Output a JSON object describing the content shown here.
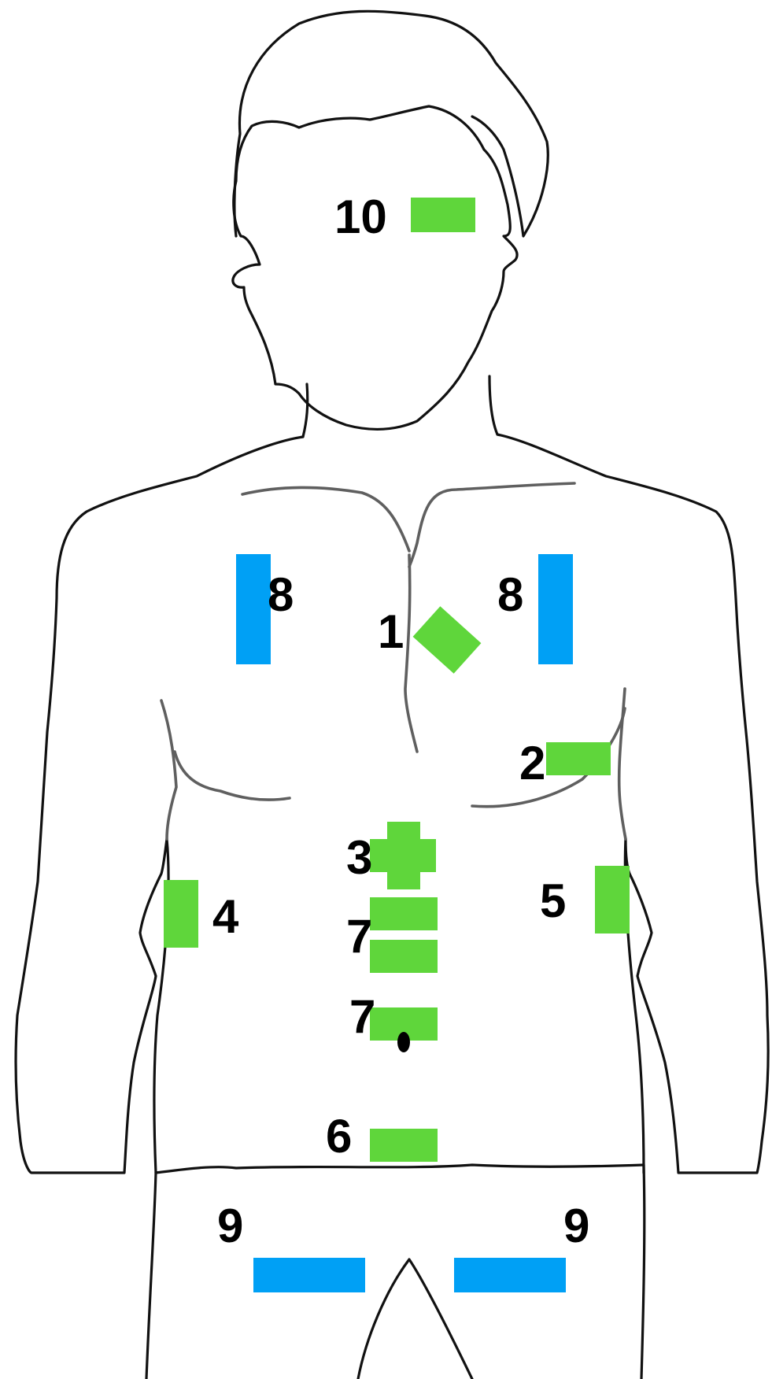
{
  "colors": {
    "background": "#ffffff",
    "outline": "#111111",
    "anatomy_lines": "#5f5f5f",
    "green_marker": "#5fd63b",
    "blue_marker": "#00a0f5",
    "label": "#000000"
  },
  "labels": {
    "forehead": "10",
    "sternum": "1",
    "left_chest": "8",
    "right_chest": "8",
    "left_ribs": "2",
    "epigastric": "3",
    "right_flank": "4",
    "left_flank": "5",
    "upper_abdomen": "7",
    "periumbilical": "7",
    "lower_abdomen": "6",
    "right_groin": "9",
    "left_groin": "9"
  },
  "marker_icons": [
    "rectangle-pad",
    "rotated-pad",
    "cross-pad",
    "navel-dot"
  ]
}
